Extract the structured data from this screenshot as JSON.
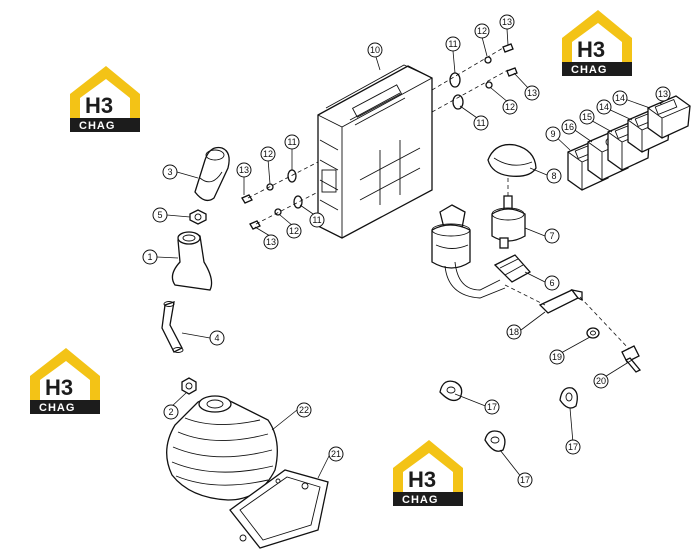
{
  "logos": [
    {
      "mark": "H3",
      "sub": "CHAG"
    },
    {
      "mark": "H3",
      "sub": "CHAG"
    },
    {
      "mark": "H3",
      "sub": "CHAG"
    },
    {
      "mark": "H3",
      "sub": "CHAG"
    }
  ],
  "callouts": {
    "c1": "1",
    "c2": "2",
    "c3": "3",
    "c4": "4",
    "c5": "5",
    "c6": "6",
    "c7": "7",
    "c8": "8",
    "c9": "9",
    "c10": "10",
    "c11a": "11",
    "c11b": "11",
    "c11c": "11",
    "c11d": "11",
    "c12a": "12",
    "c12b": "12",
    "c12c": "12",
    "c12d": "12",
    "c13a": "13",
    "c13b": "13",
    "c13c": "13",
    "c13d": "13",
    "c14a": "14",
    "c14b": "14",
    "c15": "15",
    "c16": "16",
    "c17a": "17",
    "c17b": "17",
    "c17c": "17",
    "c18": "18",
    "c19": "19",
    "c20": "20",
    "c21": "21",
    "c22": "22"
  },
  "colors": {
    "logo_yellow": "#f3c316",
    "logo_dark": "#1c1c1c"
  }
}
